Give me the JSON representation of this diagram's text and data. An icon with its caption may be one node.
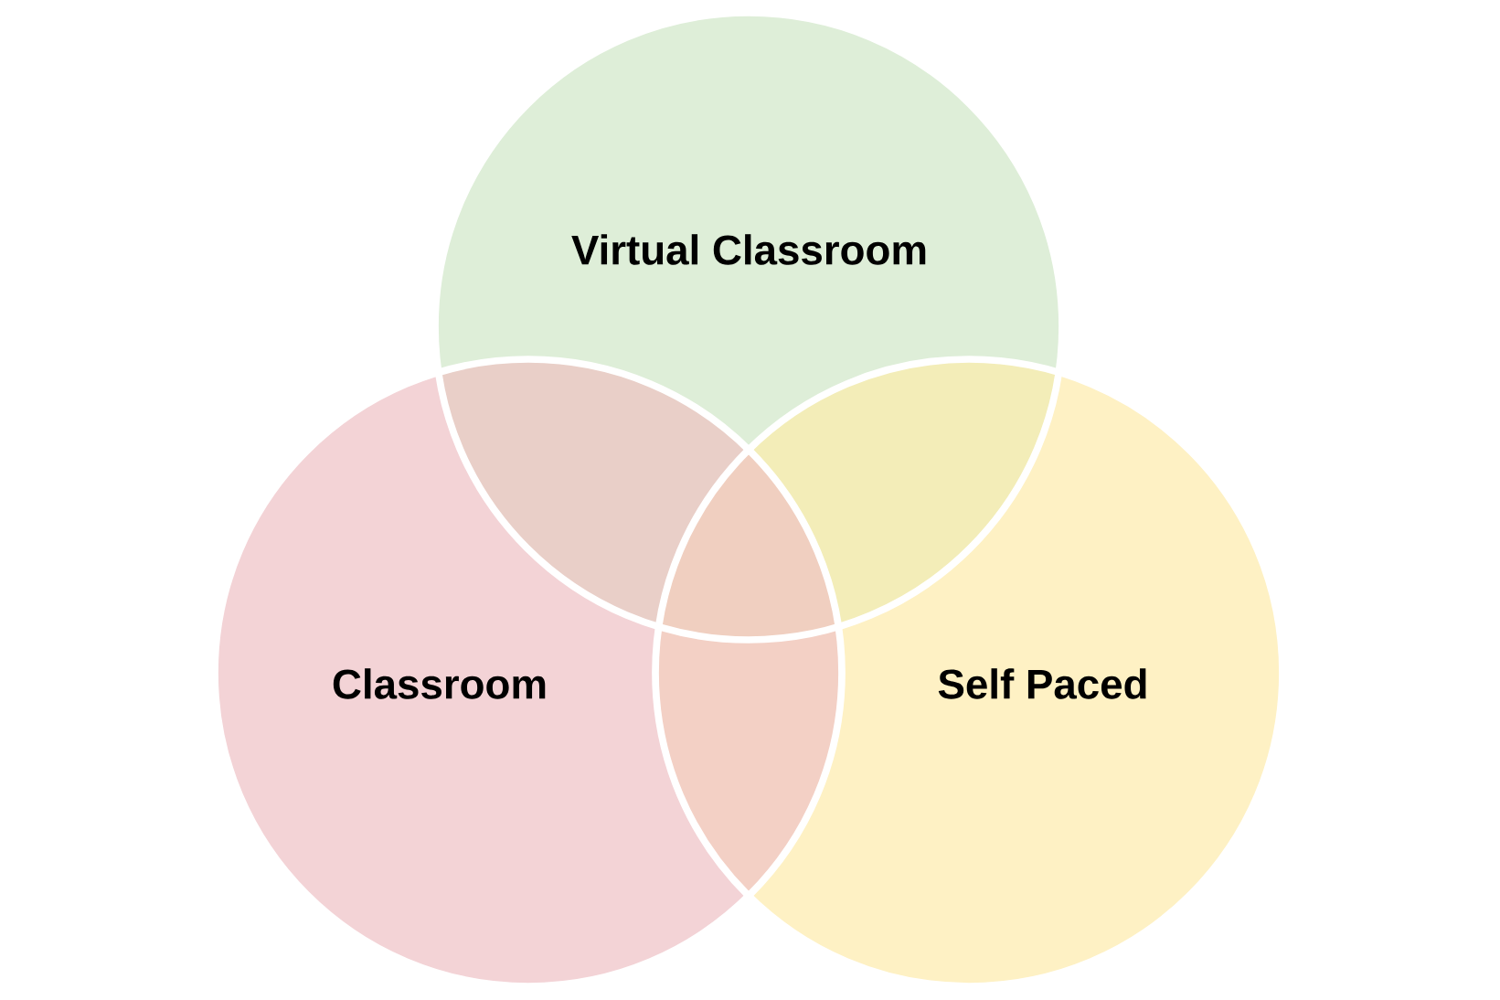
{
  "diagram": {
    "nodes": [
      {
        "text": [
          "Virtual Classroom"
        ]
      },
      {
        "text": [
          "Classroom"
        ]
      },
      {
        "text": [
          "Self Paced"
        ]
      }
    ]
  }
}
